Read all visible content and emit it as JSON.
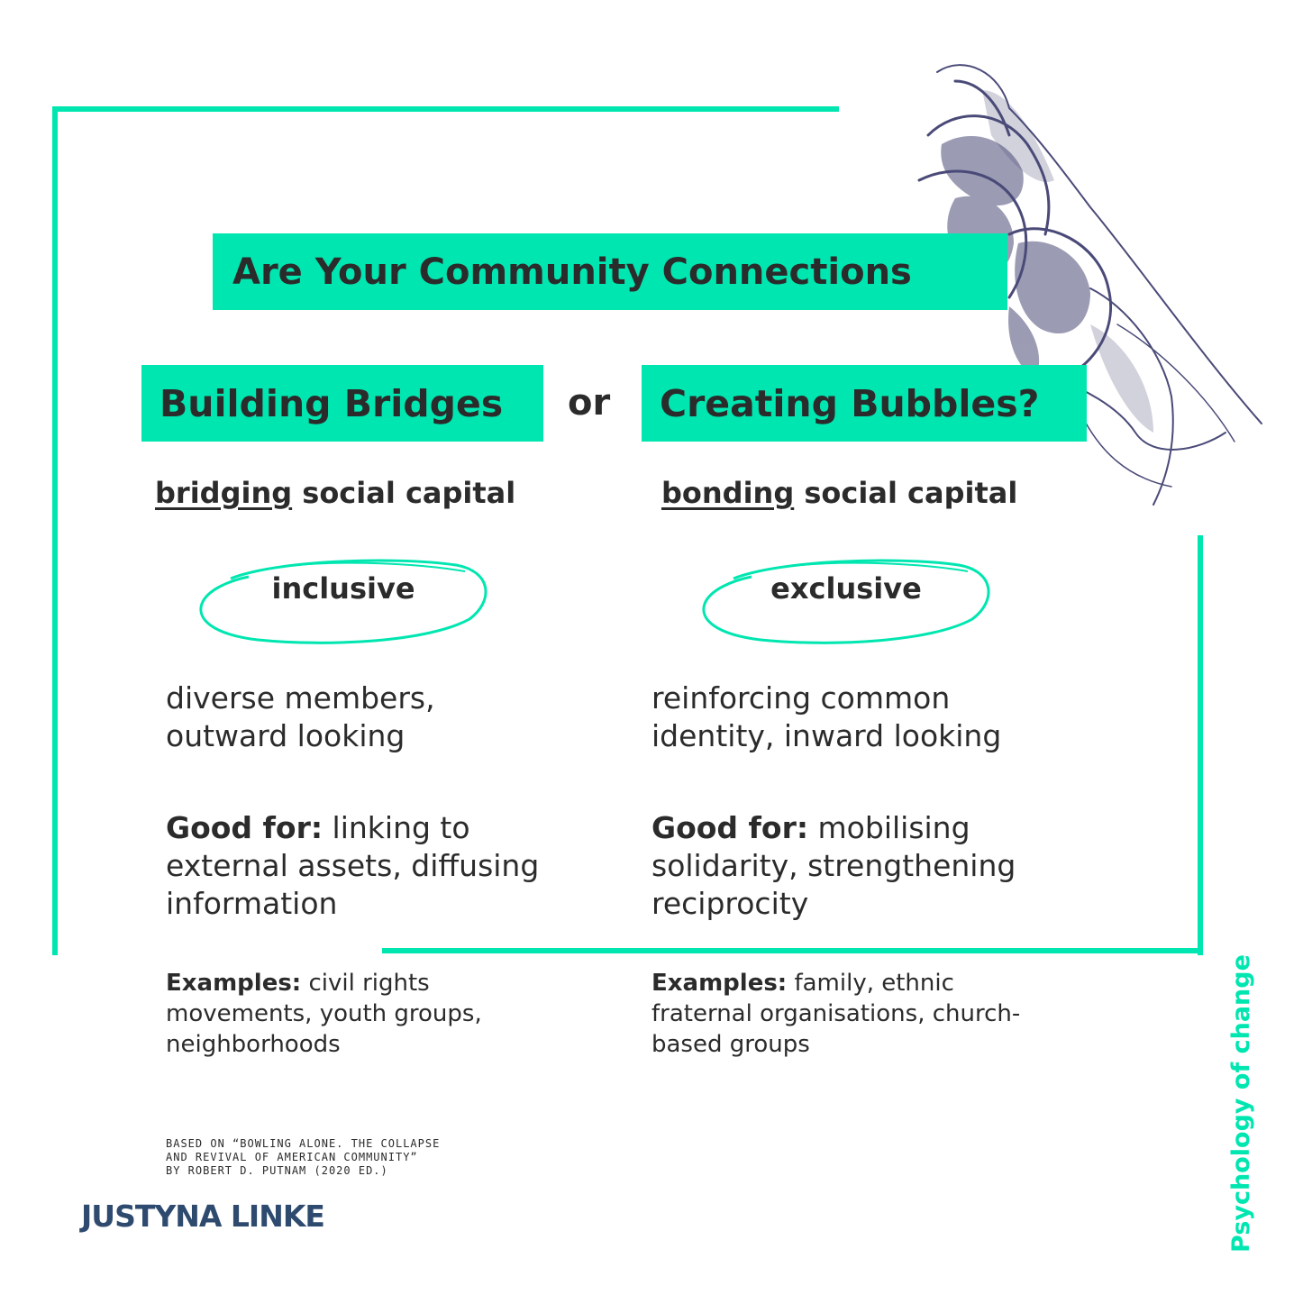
{
  "header": {
    "title": "Are Your Community Connections",
    "left_heading": "Building Bridges",
    "connector": "or",
    "right_heading": "Creating Bubbles?"
  },
  "left": {
    "subhead_underlined": "bridging",
    "subhead_rest": " social capital",
    "tag": "inclusive",
    "description": "diverse members, outward looking",
    "good_for_label": "Good for:",
    "good_for_text": " linking to external assets, diffusing information",
    "examples_label": "Examples:",
    "examples_text": " civil rights movements, youth groups, neighborhoods"
  },
  "right": {
    "subhead_underlined": "bonding",
    "subhead_rest": " social capital",
    "tag": "exclusive",
    "description": "reinforcing common identity, inward looking",
    "good_for_label": "Good for:",
    "good_for_text": " mobilising solidarity, strengthening reciprocity",
    "examples_label": "Examples:",
    "examples_text": " family, ethnic fraternal organisations, church-based groups"
  },
  "footer": {
    "source_line1": "BASED ON “BOWLING ALONE. THE COLLAPSE",
    "source_line2": "AND REVIVAL OF AMERICAN COMMUNITY”",
    "source_line3": "BY ROBERT D. PUTNAM (2020 ED.)",
    "author": "JUSTYNA LINKE",
    "series": "Psychology of change"
  },
  "colors": {
    "accent": "#00e6b0",
    "text": "#2b2b2b",
    "author": "#2e4a6e",
    "sketch": "#4a4a78"
  }
}
